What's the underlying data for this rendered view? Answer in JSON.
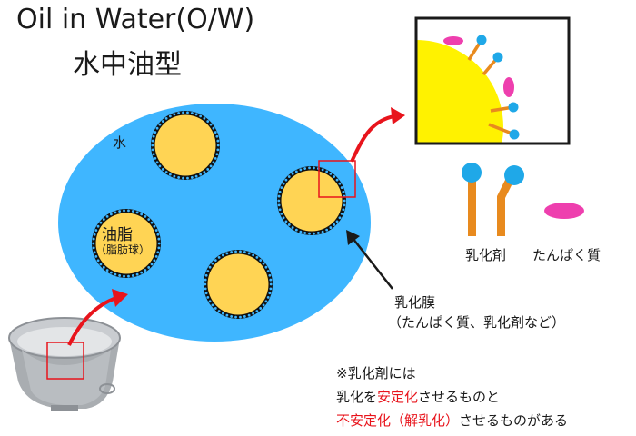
{
  "title": {
    "english": "Oil in Water(O/W)",
    "japanese": "水中油型"
  },
  "labels": {
    "water": "水",
    "oil": "油脂",
    "oil_sub": "（脂肪球）",
    "emulsifier": "乳化剤",
    "protein": "たんぱく質",
    "membrane": "乳化膜",
    "membrane_sub": "（たんぱく質、乳化剤など）"
  },
  "note": {
    "line1": "※乳化剤には",
    "line2_a": "乳化を",
    "line2_b": "安定化",
    "line2_c": "させるものと",
    "line3_a": "不安定化（解乳化）",
    "line3_b": "させるものがある"
  },
  "colors": {
    "water": "#3fb6ff",
    "oil": "#ffd454",
    "zoom_oil": "#fff200",
    "emulsifier_head": "#1fa8e8",
    "emulsifier_tail": "#e88a1e",
    "protein": "#ee3fae",
    "arrow_red": "#e8141c",
    "note_red": "#e8141c"
  }
}
